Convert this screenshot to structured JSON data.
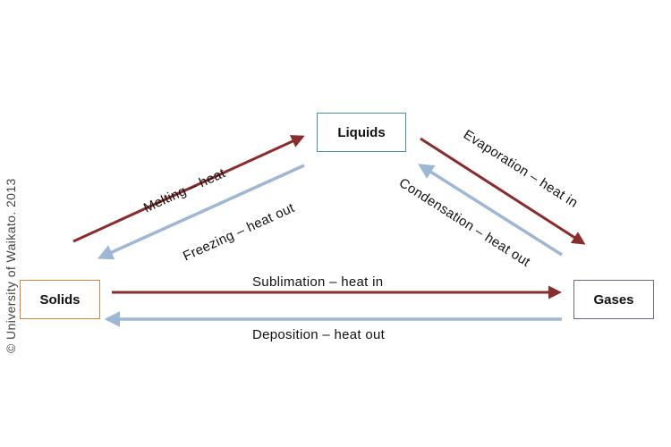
{
  "states": {
    "liquids": "Liquids",
    "solids": "Solids",
    "gases": "Gases"
  },
  "transitions": {
    "melting": "Melting – heat",
    "freezing": "Freezing – heat out",
    "evaporation": "Evaporation – heat in",
    "condensation": "Condensation – heat out",
    "sublimation": "Sublimation – heat in",
    "deposition": "Deposition – heat out"
  },
  "copyright": "© University of Waikato. 2013",
  "colors": {
    "heat_in_arrow": "#8b2c2c",
    "heat_out_arrow": "#9db7d5",
    "liquids_border": "#4a8fa6",
    "solids_border": "#d4873a",
    "gases_border": "#6e6a8c"
  }
}
